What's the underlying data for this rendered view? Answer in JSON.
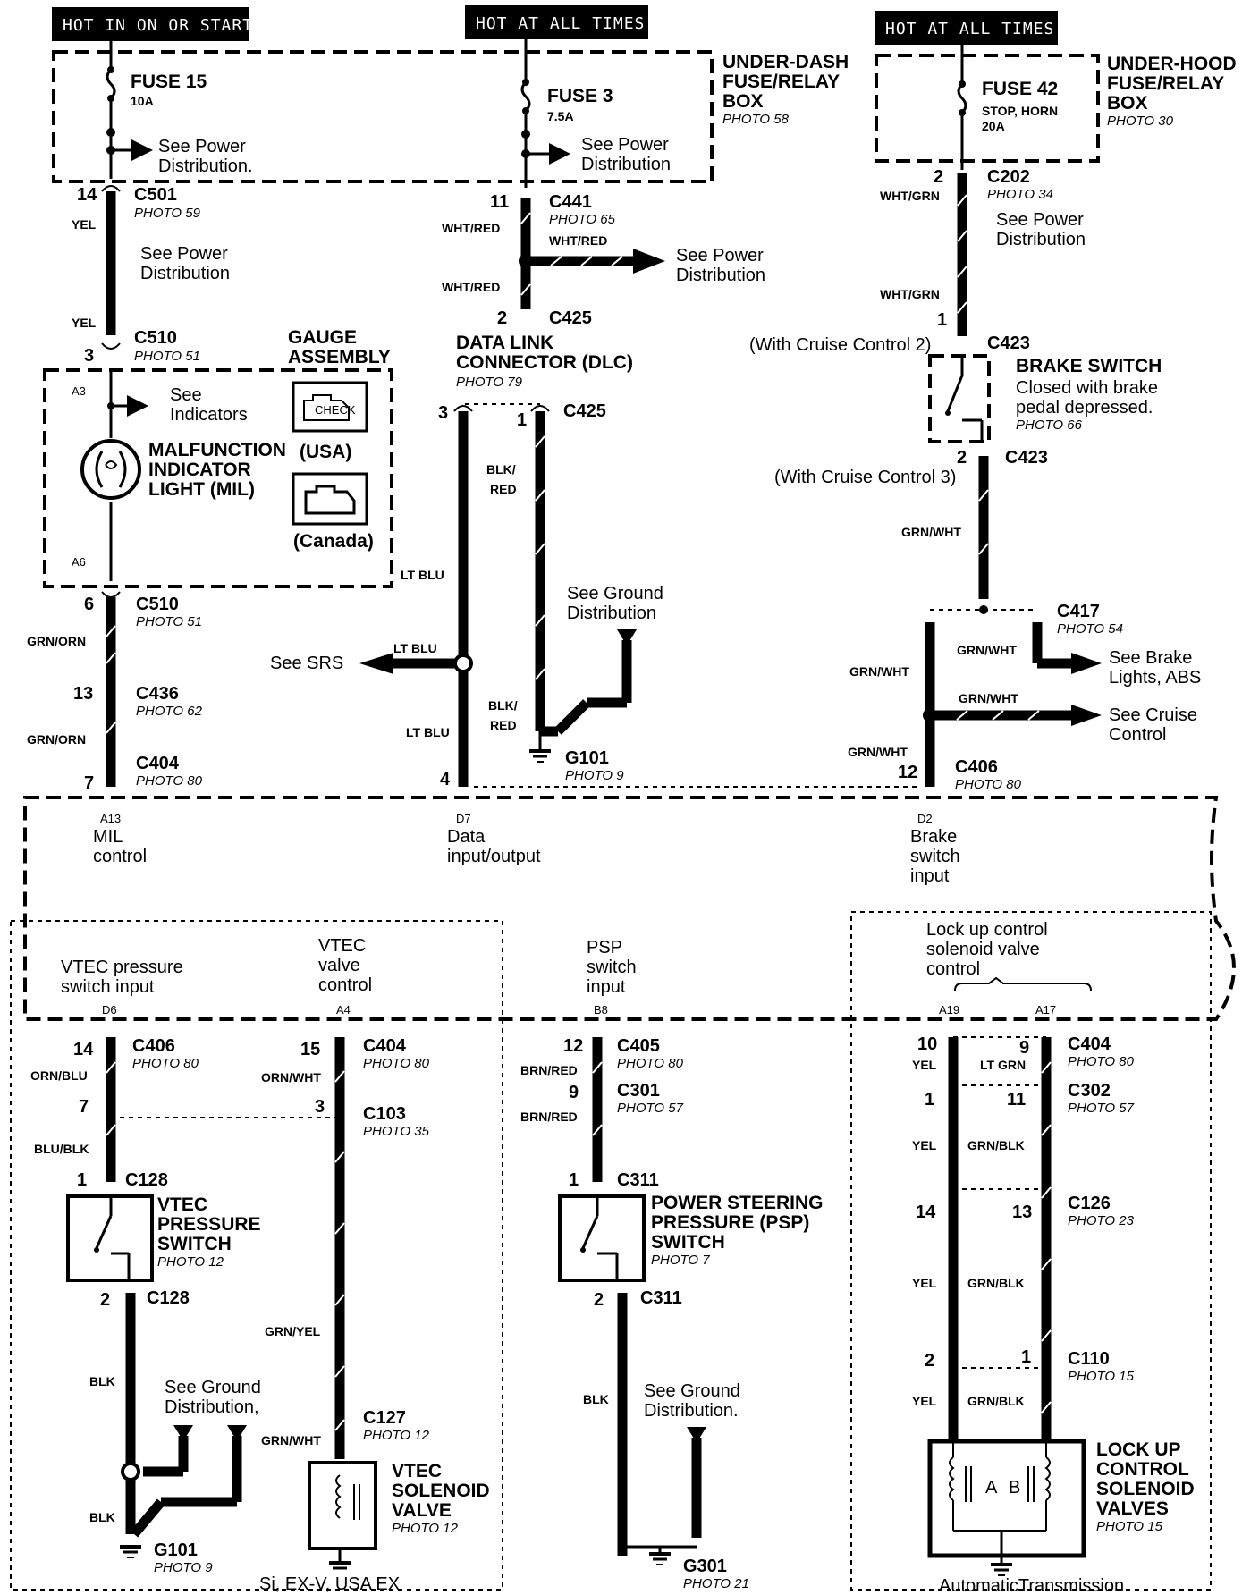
{
  "headers": {
    "hot_in_on_or_start": "HOT IN ON OR START",
    "hot_at_all_times_1": "HOT AT ALL TIMES",
    "hot_at_all_times_2": "HOT AT ALL TIMES"
  },
  "fuse_boxes": {
    "under_dash": {
      "line1": "UNDER-DASH",
      "line2": "FUSE/RELAY",
      "line3": "BOX",
      "photo": "PHOTO 58"
    },
    "under_hood": {
      "line1": "UNDER-HOOD",
      "line2": "FUSE/RELAY",
      "line3": "BOX",
      "photo": "PHOTO 30"
    }
  },
  "fuses": {
    "f15": {
      "name": "FUSE 15",
      "rating": "10A",
      "see1": "See Power",
      "see2": "Distribution."
    },
    "f3": {
      "name": "FUSE  3",
      "rating": "7.5A",
      "see1": "See Power",
      "see2": "Distribution"
    },
    "f42": {
      "name": "FUSE 42",
      "desc": "STOP, HORN",
      "rating": "20A"
    }
  },
  "col1": {
    "c501_pin": "14",
    "c501": "C501",
    "c501_photo": "PHOTO 59",
    "yel1": "YEL",
    "see_pd1": "See Power",
    "see_pd2": "Distribution",
    "yel2": "YEL",
    "c510_pin_a": "3",
    "c510_a": "C510",
    "c510_photo_a": "PHOTO 51",
    "gauge1": "GAUGE",
    "gauge2": "ASSEMBLY",
    "a3": "A3",
    "see_ind1": "See",
    "see_ind2": "Indicators",
    "mil1": "MALFUNCTION",
    "mil2": "INDICATOR",
    "mil3": "LIGHT (MIL)",
    "usa": "(USA)",
    "canada": "(Canada)",
    "check": "CHECK",
    "a6": "A6",
    "c510_pin_b": "6",
    "c510_b": "C510",
    "c510_photo_b": "PHOTO 51",
    "grn_orn1": "GRN/ORN",
    "c436_pin": "13",
    "c436": "C436",
    "c436_photo": "PHOTO 62",
    "grn_orn2": "GRN/ORN",
    "c404_pin": "7",
    "c404": "C404",
    "c404_photo": "PHOTO 80"
  },
  "col2": {
    "c441_pin": "11",
    "c441": "C441",
    "c441_photo": "PHOTO 65",
    "wht_red1": "WHT/RED",
    "wht_red2": "WHT/RED",
    "wht_red3": "WHT/RED",
    "see_pd1": "See Power",
    "see_pd2": "Distribution",
    "c425_pin_a": "2",
    "c425_a": "C425",
    "dlc1": "DATA LINK",
    "dlc2": "CONNECTOR (DLC)",
    "dlc_photo": "PHOTO 79",
    "pin3": "3",
    "pin1": "1",
    "c425_b": "C425",
    "blk_red1a": "BLK/",
    "blk_red1b": "RED",
    "lt_blu1": "LT BLU",
    "lt_blu2": "LT BLU",
    "lt_blu3": "LT BLU",
    "see_gd1": "See Ground",
    "see_gd2": "Distribution",
    "see_srs": "See SRS",
    "blk_red2a": "BLK/",
    "blk_red2b": "RED",
    "g101": "G101",
    "g101_photo": "PHOTO 9",
    "pin4": "4"
  },
  "col3": {
    "c202_pin": "2",
    "c202": "C202",
    "c202_photo": "PHOTO 34",
    "wht_grn1": "WHT/GRN",
    "see_pd1": "See Power",
    "see_pd2": "Distribution",
    "wht_grn2": "WHT/GRN",
    "pin1": "1",
    "with_cruise_2": "(With Cruise Control 2)",
    "c423_a": "C423",
    "brake1": "BRAKE SWITCH",
    "brake2": "Closed with brake",
    "brake3": "pedal depressed.",
    "brake_photo": "PHOTO 66",
    "pin2": "2",
    "c423_b": "C423",
    "with_cruise_3": "(With Cruise Control 3)",
    "grn_wht1": "GRN/WHT",
    "c417": "C417",
    "c417_photo": "PHOTO 54",
    "grn_wht2": "GRN/WHT",
    "grn_wht3": "GRN/WHT",
    "see_brake1": "See Brake",
    "see_brake2": "Lights, ABS",
    "grn_wht4": "GRN/WHT",
    "see_cruise1": "See Cruise",
    "see_cruise2": "Control",
    "grn_wht5": "GRN/WHT",
    "c406_pin": "12",
    "c406": "C406",
    "c406_photo": "PHOTO 80"
  },
  "pcm_pins": {
    "a13": "A13",
    "mil1": "MIL",
    "mil2": "control",
    "d7": "D7",
    "data1": "Data",
    "data2": "input/output",
    "d2": "D2",
    "brake1": "Brake",
    "brake2": "switch",
    "brake3": "input",
    "vtec_p1": "VTEC pressure",
    "vtec_p2": "switch input",
    "d6": "D6",
    "vtec_v1": "VTEC",
    "vtec_v2": "valve",
    "vtec_v3": "control",
    "a4": "A4",
    "psp1": "PSP",
    "psp2": "switch",
    "psp3": "input",
    "b8": "B8",
    "lock1": "Lock up control",
    "lock2": "solenoid valve",
    "lock3": "control",
    "a19": "A19",
    "a17": "A17"
  },
  "vtec": {
    "c406_pin": "14",
    "c406": "C406",
    "c406_photo": "PHOTO 80",
    "orn_blu": "ORN/BLU",
    "c103_pin_l": "7",
    "blu_blk": "BLU/BLK",
    "c128_pin1": "1",
    "c128_a": "C128",
    "sw1": "VTEC",
    "sw2": "PRESSURE",
    "sw3": "SWITCH",
    "sw_photo": "PHOTO 12",
    "c128_pin2": "2",
    "c128_b": "C128",
    "blk1": "BLK",
    "see_gd1": "See Ground",
    "see_gd2": "Distribution,",
    "blk2": "BLK",
    "g101": "G101",
    "g101_photo": "PHOTO 9",
    "c404_pin": "15",
    "c404": "C404",
    "c404_photo": "PHOTO 80",
    "orn_wht": "ORN/WHT",
    "c103_pin": "3",
    "c103": "C103",
    "c103_photo": "PHOTO 35",
    "grn_yel": "GRN/YEL",
    "c127": "C127",
    "c127_photo": "PHOTO 12",
    "grn_wht": "GRN/WHT",
    "sol1": "VTEC",
    "sol2": "SOLENOID",
    "sol3": "VALVE",
    "sol_photo": "PHOTO 12",
    "footer": "Si, EX-V, USA EX"
  },
  "psp": {
    "c405_pin": "12",
    "c405": "C405",
    "c405_photo": "PHOTO 80",
    "brn_red1": "BRN/RED",
    "c301_pin": "9",
    "c301": "C301",
    "c301_photo": "PHOTO 57",
    "brn_red2": "BRN/RED",
    "c311_pin1": "1",
    "c311_a": "C311",
    "sw1": "POWER STEERING",
    "sw2": "PRESSURE (PSP)",
    "sw3": "SWITCH",
    "sw_photo": "PHOTO 7",
    "c311_pin2": "2",
    "c311_b": "C311",
    "blk": "BLK",
    "see_gd1": "See Ground",
    "see_gd2": "Distribution.",
    "g301": "G301",
    "g301_photo": "PHOTO 21"
  },
  "lockup": {
    "c404_pin_l": "10",
    "c404_pin_r": "9",
    "c404": "C404",
    "c404_photo": "PHOTO 80",
    "yel1": "YEL",
    "lt_grn": "LT GRN",
    "c302_pin_l": "1",
    "c302_pin_r": "11",
    "c302": "C302",
    "c302_photo": "PHOTO 57",
    "yel2": "YEL",
    "grn_blk1": "GRN/BLK",
    "c126_pin_l": "14",
    "c126_pin_r": "13",
    "c126": "C126",
    "c126_photo": "PHOTO 23",
    "yel3": "YEL",
    "grn_blk2": "GRN/BLK",
    "c110_pin_l": "2",
    "c110_pin_r": "1",
    "c110": "C110",
    "c110_photo": "PHOTO 15",
    "yel4": "YEL",
    "grn_blk3": "GRN/BLK",
    "sol1": "LOCK UP",
    "sol2": "CONTROL",
    "sol3": "SOLENOID",
    "sol4": "VALVES",
    "sol_photo": "PHOTO 15",
    "a": "A",
    "b": "B",
    "footer": "AutomaticTransmission"
  }
}
